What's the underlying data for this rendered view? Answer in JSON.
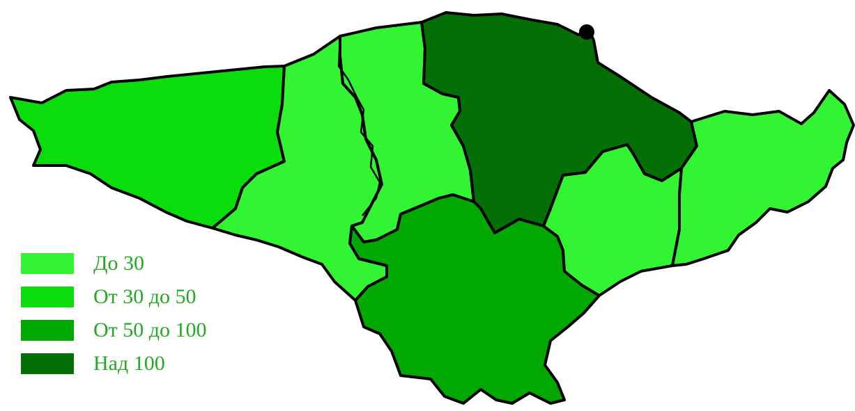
{
  "map": {
    "colors": {
      "low": "#33f433",
      "mid_low": "#0bdc0b",
      "mid_high": "#02a802",
      "high": "#046f04",
      "border": "#000000",
      "legend_text": "#22a822"
    }
  },
  "legend": {
    "items": [
      {
        "label": "До 30",
        "color": "#33f433"
      },
      {
        "label": "От 30 до 50",
        "color": "#0bdc0b"
      },
      {
        "label": "От 50 до 100",
        "color": "#02a802"
      },
      {
        "label": "Над 100",
        "color": "#046f04"
      }
    ]
  }
}
